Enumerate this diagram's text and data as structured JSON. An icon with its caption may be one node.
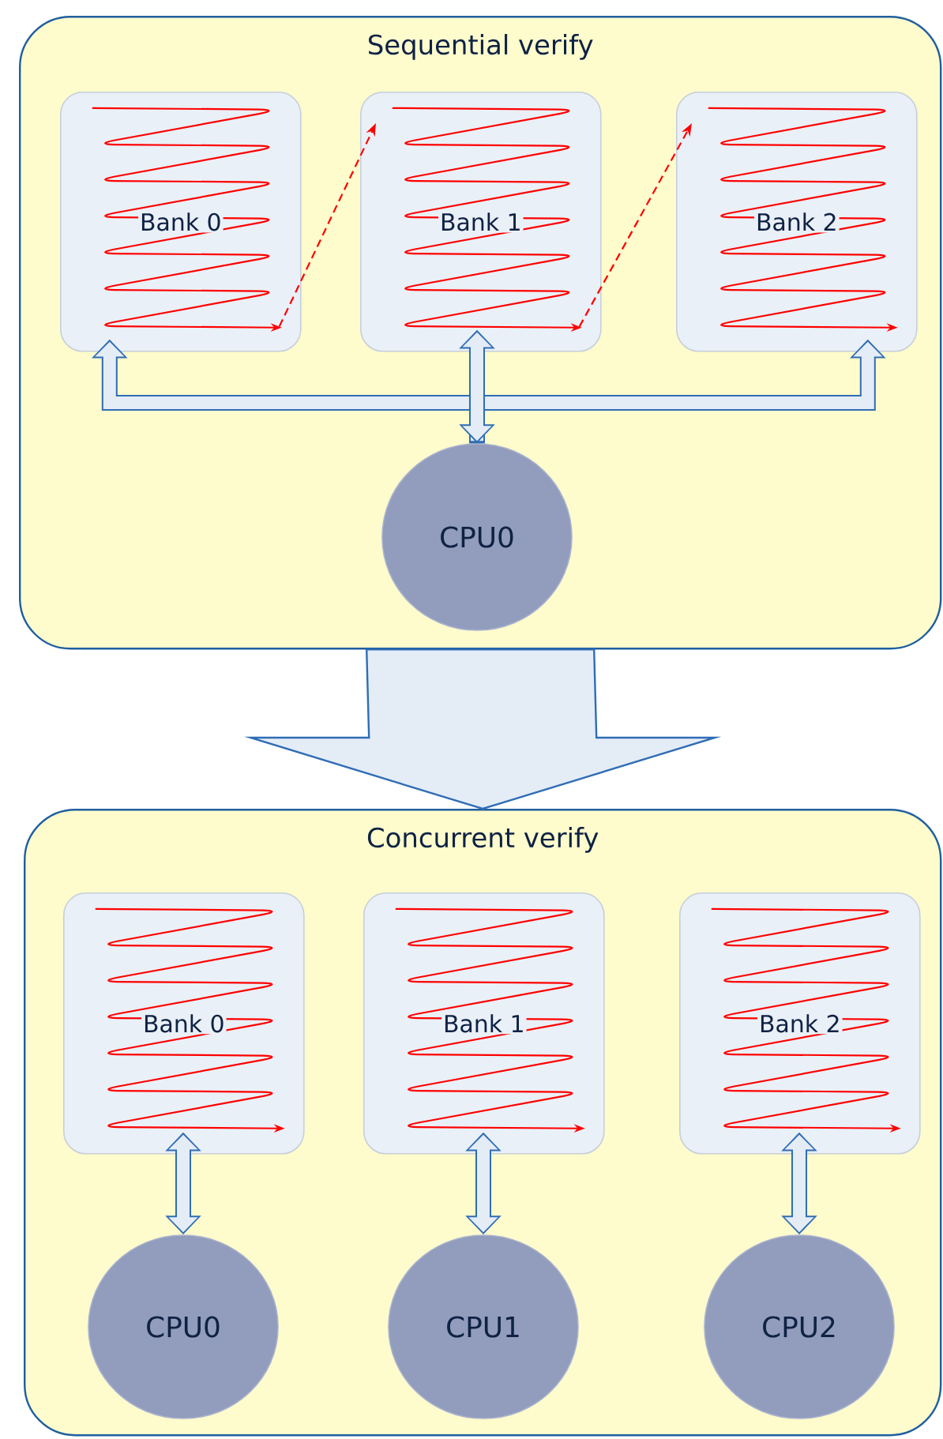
{
  "diagram": {
    "nodes": [
      {
        "text": [
          "Sequential verify"
        ]
      },
      {
        "text": [
          "Bank 0"
        ],
        "in": 0
      },
      {
        "text": [
          "Bank 1"
        ],
        "in": 0
      },
      {
        "text": [
          "Bank 2"
        ],
        "in": 0
      },
      {
        "text": [
          "CPU0"
        ],
        "in": 0
      },
      {
        "text": [
          "Concurrent verify"
        ]
      },
      {
        "text": [
          "Bank 0"
        ],
        "in": 5
      },
      {
        "text": [
          "Bank 1"
        ],
        "in": 5
      },
      {
        "text": [
          "Bank 2"
        ],
        "in": 5
      },
      {
        "text": [
          "CPU0"
        ],
        "in": 5
      },
      {
        "text": [
          "CPU1"
        ],
        "in": 5
      },
      {
        "text": [
          "CPU2"
        ],
        "in": 5
      }
    ],
    "edges": [
      {
        "from": 4,
        "to": 1,
        "arrow": "to",
        "color": "#2f6db5"
      },
      {
        "from": 4,
        "to": 3,
        "arrow": "to",
        "color": "#2f6db5"
      },
      {
        "from": 4,
        "to": 2,
        "arrow": "both"
      },
      {
        "from": 1,
        "to": 2,
        "arrow": "to",
        "style": "dashed",
        "color": "#ff0000"
      },
      {
        "from": 2,
        "to": 3,
        "arrow": "to",
        "style": "dashed",
        "color": "#ff0000"
      },
      {
        "from": 0,
        "to": 5,
        "arrow": "to",
        "style": "thick"
      },
      {
        "from": 9,
        "to": 6,
        "arrow": "both"
      },
      {
        "from": 10,
        "to": 7,
        "arrow": "both"
      },
      {
        "from": 11,
        "to": 8,
        "arrow": "both"
      }
    ]
  }
}
